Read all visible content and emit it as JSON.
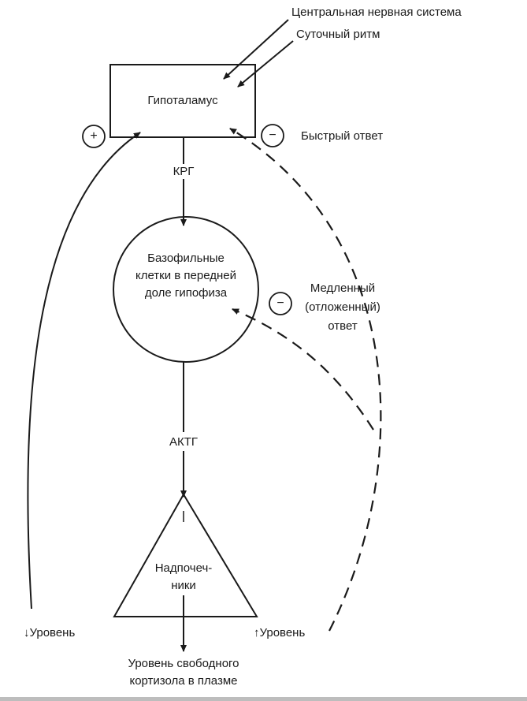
{
  "inputs": {
    "cns": "Центральная нервная система",
    "circadian": "Суточный ритм"
  },
  "hypothalamus": "Гипоталамус",
  "fast_feedback": {
    "sign": "−",
    "label": "Быстрый ответ"
  },
  "positive_sign": "+",
  "crh": "КРГ",
  "pituitary": [
    "Базофильные",
    "клетки в передней",
    "доле гипофиза"
  ],
  "slow_feedback": {
    "sign": "−",
    "label": [
      "Медленный",
      "(отложенный)",
      "ответ"
    ]
  },
  "acth": "АКТГ",
  "adrenals": [
    "Надпочеч-",
    "ники"
  ],
  "level_down": {
    "arrow": "↓",
    "label": "Уровень"
  },
  "level_up": {
    "arrow": "↑",
    "label": "Уровень"
  },
  "output": [
    "Уровень свободного",
    "кортизола в плазме"
  ]
}
